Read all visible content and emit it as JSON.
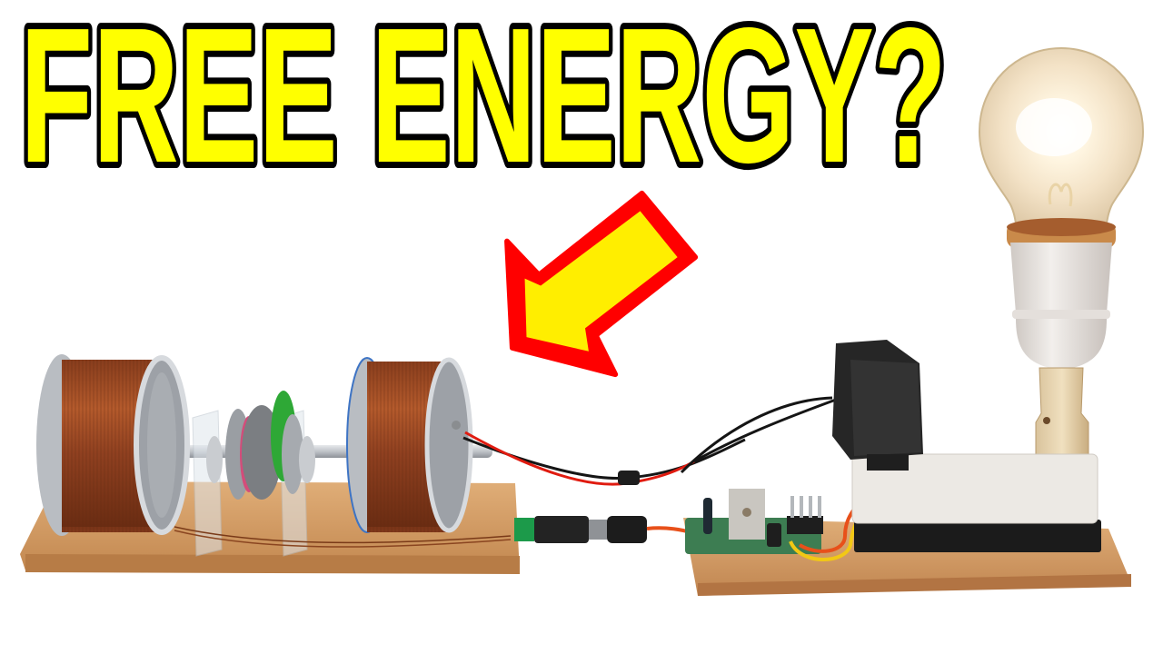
{
  "headline": {
    "text": "FREE ENERGY?",
    "fill_color": "#FFFF00",
    "stroke_color": "#000000"
  },
  "arrow": {
    "direction": "down-left",
    "fill_color": "#FFEE00",
    "outline_color": "#FF0000"
  },
  "scene": {
    "background_color": "#FFFFFF",
    "objects": [
      {
        "name": "dual-copper-coil-generator",
        "description": "Two copper wire coils on a shaft with spinning discs, mounted on a wooden board"
      },
      {
        "name": "dc-barrel-connector",
        "description": "Green terminal block with DC barrel plug and jack"
      },
      {
        "name": "circuit-board",
        "description": "Small green PCB with transistor, capacitor and pin header"
      },
      {
        "name": "power-adapter",
        "description": "Black wall adapter on a white block"
      },
      {
        "name": "incandescent-light-bulb",
        "description": "Glowing clear bulb in a white socket"
      }
    ],
    "wire_colors": {
      "red": "#E01B10",
      "black": "#151515",
      "orange": "#E8501A",
      "yellow": "#F2C814",
      "copper": "#8A4520"
    },
    "wood_color": "#D49A62",
    "copper_color": "#9A4A22"
  }
}
